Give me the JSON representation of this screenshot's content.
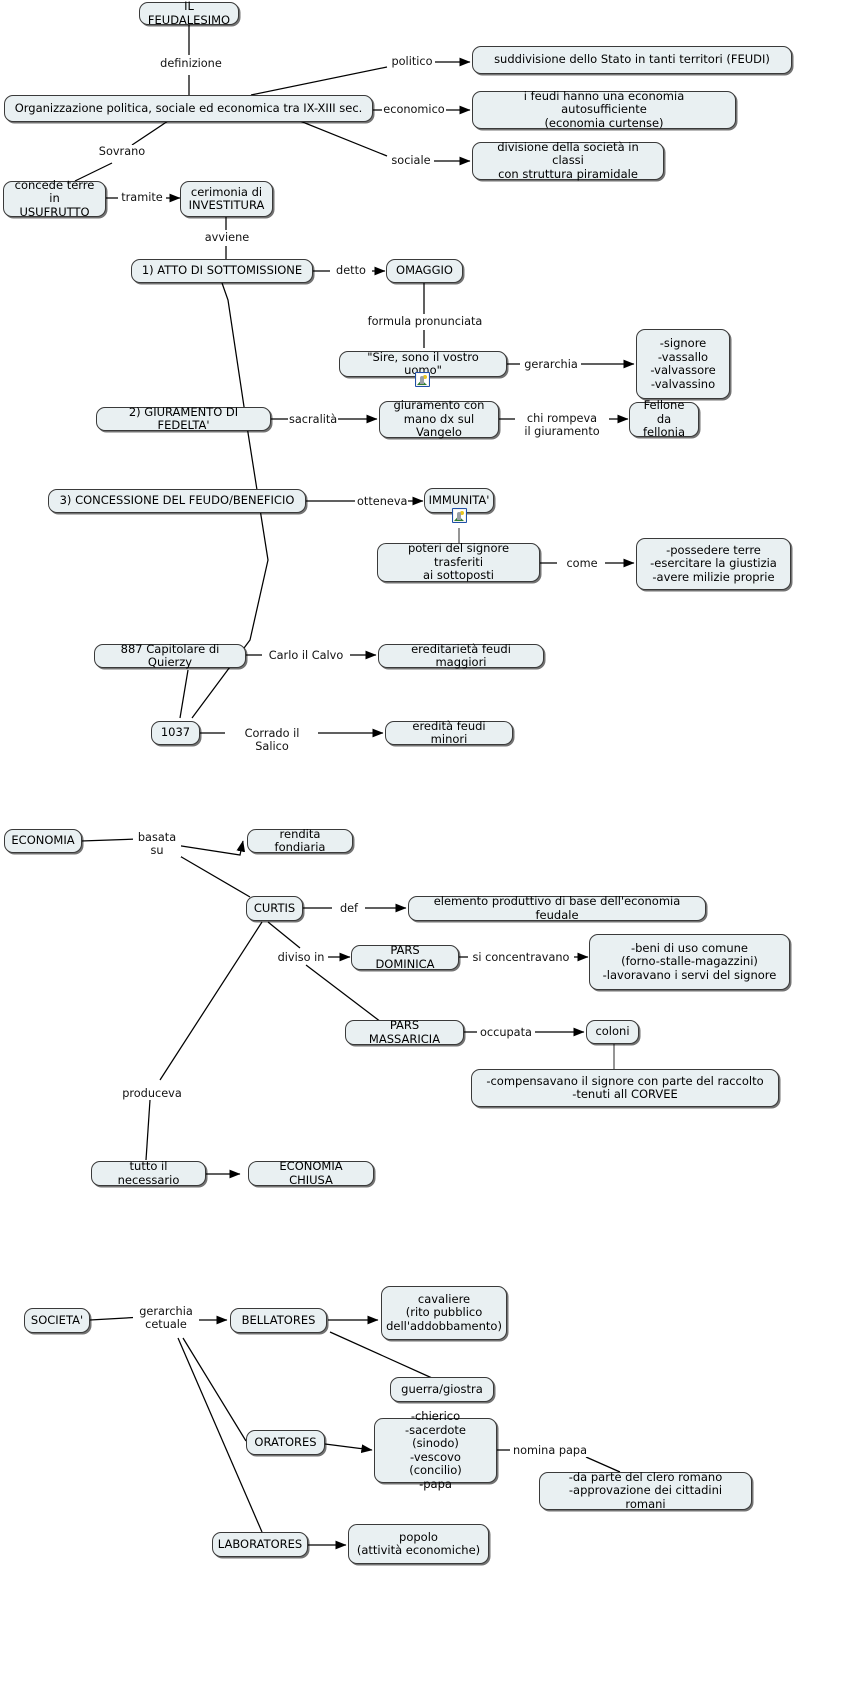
{
  "diagram": {
    "title": "IL FEUDALESIMO",
    "colors": {
      "node_fill": "#e9f0f2",
      "node_border": "#3a3a3a",
      "edge": "#000000",
      "icon_border": "#1f4fa8"
    }
  },
  "nodes": {
    "il_feudalesimo": "IL FEUDALESIMO",
    "organizzazione": "Organizzazione politica, sociale ed economica tra IX-XIII sec.",
    "suddivisione": "suddivisione dello Stato in tanti territori (FEUDI)",
    "feudi_economia": "i feudi hanno una economia autosufficiente\n(economia curtense)",
    "divisione_societa": "divisione della società in classi\ncon struttura piramidale",
    "concede_terre": "concede terre in\nUSUFRUTTO",
    "cerimonia_investitura": "cerimonia di\nINVESTITURA",
    "atto_sottomissione": "1) ATTO DI SOTTOMISSIONE",
    "omaggio": "OMAGGIO",
    "sire_formula": "\"Sire, sono il vostro uomo\"",
    "gerarchia_elenco": "-signore\n-vassallo\n-valvassore\n-valvassino",
    "giuramento_fedelta": "2) GIURAMENTO DI FEDELTA'",
    "giuramento_vangelo": "giuramento con\nmano dx sul Vangelo",
    "fellone": "Fellone\nda fellonia",
    "concessione_feudo": "3) CONCESSIONE DEL FEUDO/BENEFICIO",
    "immunita": "IMMUNITA'",
    "poteri_signore": "poteri del signore trasferiti\nai sottoposti",
    "poteri_elenco": "-possedere terre\n-esercitare la giustizia\n-avere milizie proprie",
    "capitolare_quierzy": "887 Capitolare di Quierzy",
    "ereditarieta_maggiori": "ereditarietà feudi maggiori",
    "anno_1037": "1037",
    "eredita_minori": "eredità feudi minori",
    "economia": "ECONOMIA",
    "rendita_fondiaria": "rendita fondiaria",
    "curtis": "CURTIS",
    "elemento_produttivo": "elemento produttivo di base dell'economia feudale",
    "pars_dominica": "PARS DOMINICA",
    "beni_uso_comune": "-beni di uso comune\n(forno-stalle-magazzini)\n-lavoravano i servi del signore",
    "pars_massaricia": "PARS MASSARICIA",
    "coloni": "coloni",
    "compensavano": "-compensavano il signore con parte del raccolto\n-tenuti all CORVEE",
    "tutto_necessario": "tutto il necessario",
    "economia_chiusa": "ECONOMIA CHIUSA",
    "societa": "SOCIETA'",
    "bellatores": "BELLATORES",
    "cavaliere": "cavaliere\n(rito pubblico\ndell'addobbamento)",
    "guerra_giostra": "guerra/giostra",
    "oratores": "ORATORES",
    "clero_elenco": "-chierico\n-sacerdote (sinodo)\n-vescovo (concilio)\n-papa",
    "clero_romano": "-da parte del clero romano\n-approvazione dei cittadini romani",
    "laboratores": "LABORATORES",
    "popolo": "popolo\n(attività economiche)"
  },
  "edge_labels": {
    "definizione": "definizione",
    "politico": "politico",
    "economico": "economico",
    "sociale": "sociale",
    "sovrano": "Sovrano",
    "tramite": "tramite",
    "avviene": "avviene",
    "detto": "detto",
    "formula_pronunciata": "formula pronunciata",
    "gerarchia": "gerarchia",
    "sacralita": "sacralità",
    "chi_rompeva": "chi rompeva\nil giuramento",
    "otteneva": "otteneva",
    "come": "come",
    "carlo_il_calvo": "Carlo il Calvo",
    "corrado_il_salico": "Corrado il Salico",
    "basata_su": "basata\nsu",
    "def": "def",
    "diviso_in": "diviso in",
    "si_concentravano": "si concentravano",
    "occupata": "occupata",
    "produceva": "produceva",
    "gerarchia_cetuale": "gerarchia\ncetuale",
    "nomina_papa": "nomina papa"
  },
  "icons": {
    "sire_image": "picture-icon",
    "immunita_image": "picture-icon"
  }
}
